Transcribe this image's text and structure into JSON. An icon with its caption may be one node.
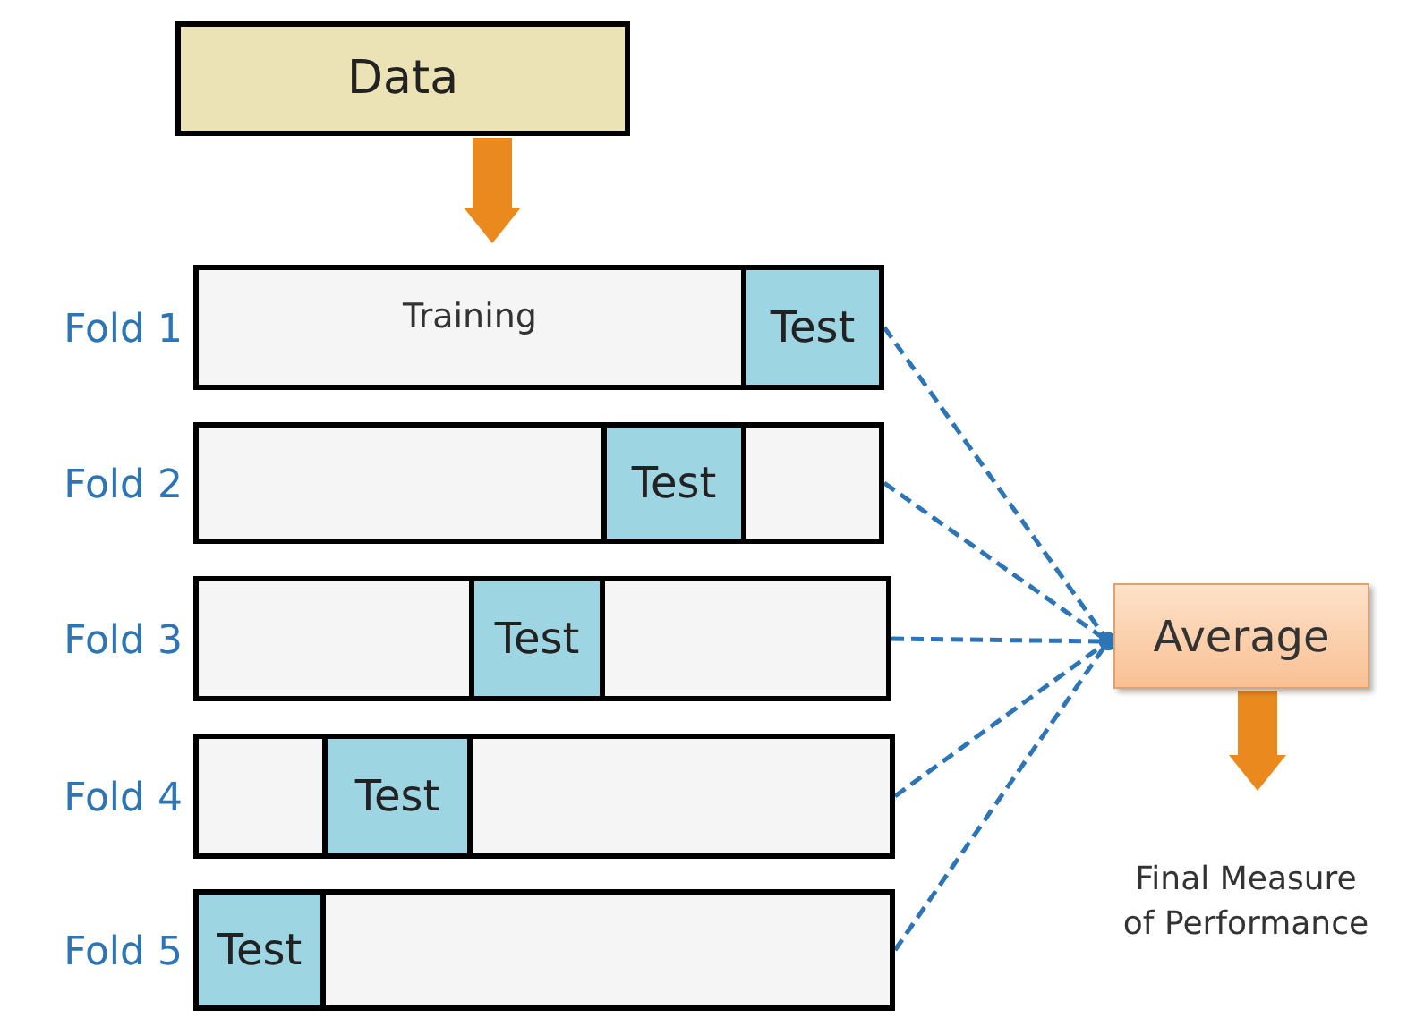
{
  "diagram": {
    "nodes": [
      {
        "text": [
          "Data"
        ]
      },
      {
        "text": [
          "Training"
        ],
        "beside": [
          "Fold 1"
        ]
      },
      {
        "text": [
          "Test"
        ],
        "in": 1
      },
      {
        "text": [],
        "shape": "bar",
        "beside": [
          "Fold 2"
        ]
      },
      {
        "text": [
          "Test"
        ],
        "in": 3
      },
      {
        "text": [],
        "shape": "bar",
        "beside": [
          "Fold 3"
        ]
      },
      {
        "text": [
          "Test"
        ],
        "in": 5
      },
      {
        "text": [],
        "shape": "bar",
        "beside": [
          "Fold 4"
        ]
      },
      {
        "text": [
          "Test"
        ],
        "in": 7
      },
      {
        "text": [],
        "shape": "bar",
        "beside": [
          "Fold 5"
        ]
      },
      {
        "text": [
          "Test"
        ],
        "in": 9
      },
      {
        "text": [
          "Average"
        ]
      },
      {
        "text": [
          "Final Measure of Performance"
        ]
      }
    ],
    "edges": [
      {
        "from": 0,
        "to": 1,
        "arrow": "to",
        "style": "thick",
        "color": "#ea8a1e"
      },
      {
        "from": 1,
        "to": 11,
        "arrow": "other",
        "style": "dashed"
      },
      {
        "from": 3,
        "to": 11,
        "arrow": "other",
        "style": "dashed"
      },
      {
        "from": 5,
        "to": 11,
        "arrow": "other",
        "style": "dashed"
      },
      {
        "from": 7,
        "to": 11,
        "arrow": "other",
        "style": "dashed"
      },
      {
        "from": 9,
        "to": 11,
        "arrow": "other",
        "style": "dashed"
      },
      {
        "from": 11,
        "to": 12,
        "arrow": "to",
        "style": "thick",
        "color": "#ea8a1e"
      }
    ]
  }
}
